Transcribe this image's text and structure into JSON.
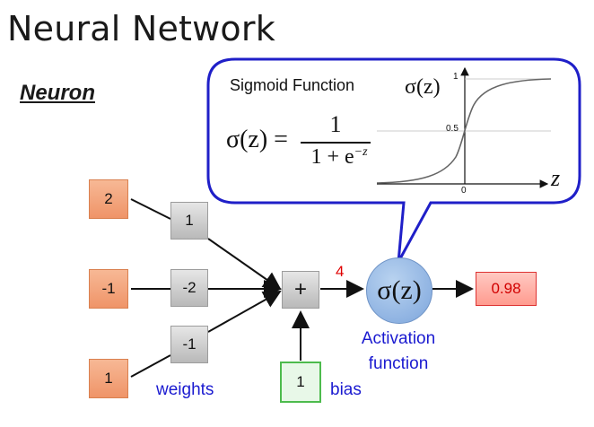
{
  "title": "Neural Network",
  "subtitle": "Neuron",
  "inputs": [
    "2",
    "-1",
    "1"
  ],
  "weights": [
    "1",
    "-2",
    "-1"
  ],
  "sum_symbol": "+",
  "sum_value": "4",
  "bias_value": "1",
  "bias_label": "bias",
  "weights_label": "weights",
  "activation_label_line1": "Activation",
  "activation_label_line2": "function",
  "neuron_symbol": "σ(z)",
  "output_value": "0.98",
  "callout": {
    "title": "Sigmoid Function",
    "formula_lhs": "σ(z) =",
    "formula_num": "1",
    "formula_den": "1 + e",
    "formula_exp": "−z",
    "plot_label": "σ(z)",
    "tick_1": "1",
    "tick_05": "0.5",
    "tick_0": "0",
    "axis_label": "z"
  },
  "colors": {
    "input_fill": "#f4a582",
    "weight_fill": "#c8c8c8",
    "bias_border": "#4dbb4d",
    "output_fill": "#ffb0a8",
    "neuron_fill": "#8fb3e2",
    "callout_border": "#1f1fc8",
    "label_blue": "#1a1ad0",
    "value_red": "#e00000"
  }
}
